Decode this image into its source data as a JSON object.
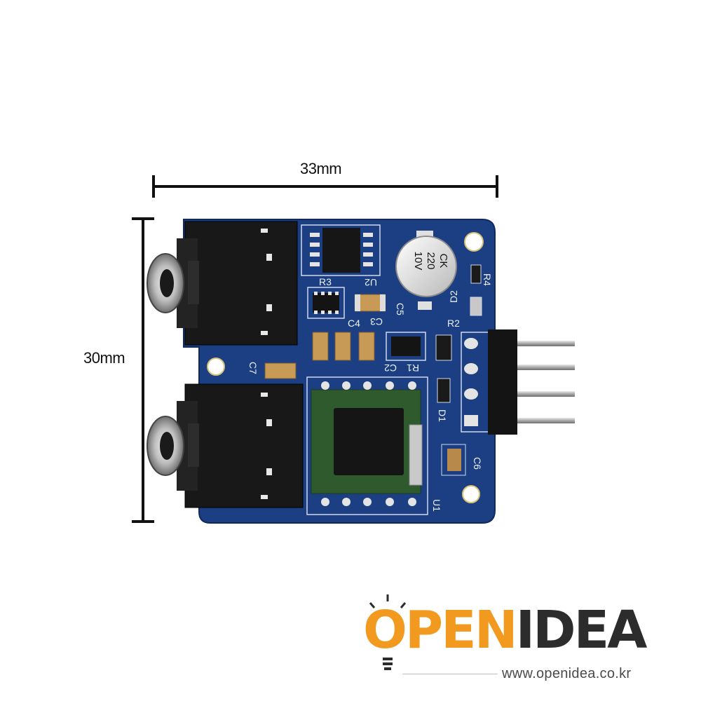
{
  "dimensions": {
    "width_label": "33mm",
    "height_label": "30mm"
  },
  "board": {
    "color": "#1b3f82",
    "capacitor_marking": [
      "CK",
      "220",
      "10V"
    ],
    "silkscreen_labels": [
      "R3",
      "U2",
      "C5",
      "C4",
      "C3",
      "R4",
      "D2",
      "R2",
      "C7",
      "C2",
      "R1",
      "D1",
      "C6",
      "U1"
    ]
  },
  "logo": {
    "name_part1": "OPEN",
    "name_part2": "IDEA",
    "url": "www.openidea.co.kr",
    "accent_color": "#f29a1f"
  }
}
